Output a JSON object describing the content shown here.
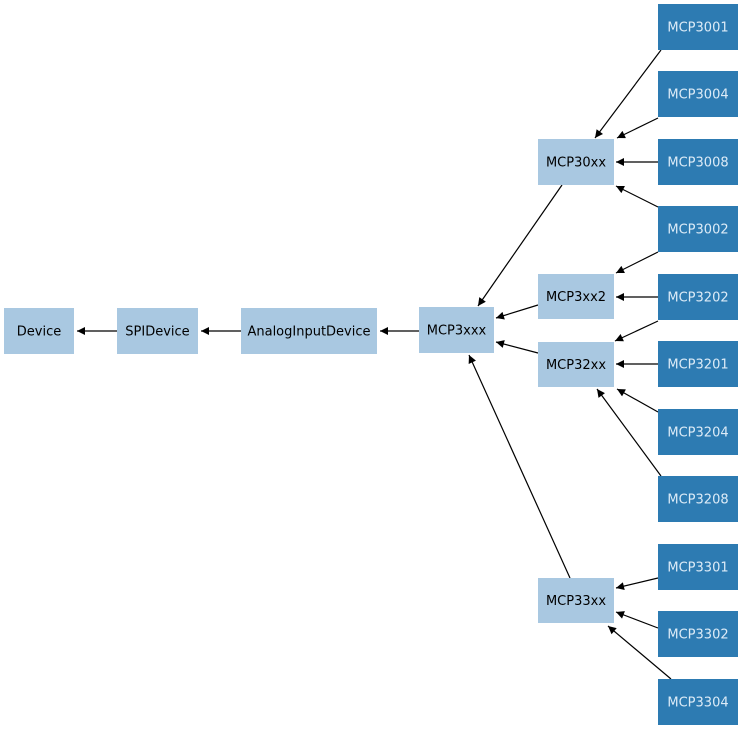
{
  "diagram": {
    "type": "class-inheritance-diagram",
    "colors": {
      "parent_node_fill": "#a9c8e1",
      "leaf_node_fill": "#2d7bb2",
      "parent_text": "#000000",
      "leaf_text": "#dcebf7",
      "edge": "#000000",
      "background": "#ffffff"
    },
    "nodes": [
      {
        "label": "Device",
        "style": "parent"
      },
      {
        "label": "SPIDevice",
        "style": "parent"
      },
      {
        "label": "AnalogInputDevice",
        "style": "parent"
      },
      {
        "label": "MCP3xxx",
        "style": "parent"
      },
      {
        "label": "MCP30xx",
        "style": "parent"
      },
      {
        "label": "MCP3xx2",
        "style": "parent"
      },
      {
        "label": "MCP32xx",
        "style": "parent"
      },
      {
        "label": "MCP33xx",
        "style": "parent"
      },
      {
        "label": "MCP3001",
        "style": "leaf"
      },
      {
        "label": "MCP3004",
        "style": "leaf"
      },
      {
        "label": "MCP3008",
        "style": "leaf"
      },
      {
        "label": "MCP3002",
        "style": "leaf"
      },
      {
        "label": "MCP3202",
        "style": "leaf"
      },
      {
        "label": "MCP3201",
        "style": "leaf"
      },
      {
        "label": "MCP3204",
        "style": "leaf"
      },
      {
        "label": "MCP3208",
        "style": "leaf"
      },
      {
        "label": "MCP3301",
        "style": "leaf"
      },
      {
        "label": "MCP3302",
        "style": "leaf"
      },
      {
        "label": "MCP3304",
        "style": "leaf"
      }
    ],
    "edges": [
      {
        "from": "SPIDevice",
        "to": "Device"
      },
      {
        "from": "AnalogInputDevice",
        "to": "SPIDevice"
      },
      {
        "from": "MCP3xxx",
        "to": "AnalogInputDevice"
      },
      {
        "from": "MCP30xx",
        "to": "MCP3xxx"
      },
      {
        "from": "MCP3xx2",
        "to": "MCP3xxx"
      },
      {
        "from": "MCP32xx",
        "to": "MCP3xxx"
      },
      {
        "from": "MCP33xx",
        "to": "MCP3xxx"
      },
      {
        "from": "MCP3001",
        "to": "MCP30xx"
      },
      {
        "from": "MCP3004",
        "to": "MCP30xx"
      },
      {
        "from": "MCP3008",
        "to": "MCP30xx"
      },
      {
        "from": "MCP3002",
        "to": "MCP30xx"
      },
      {
        "from": "MCP3002",
        "to": "MCP3xx2"
      },
      {
        "from": "MCP3202",
        "to": "MCP3xx2"
      },
      {
        "from": "MCP3202",
        "to": "MCP32xx"
      },
      {
        "from": "MCP3201",
        "to": "MCP32xx"
      },
      {
        "from": "MCP3204",
        "to": "MCP32xx"
      },
      {
        "from": "MCP3208",
        "to": "MCP32xx"
      },
      {
        "from": "MCP3301",
        "to": "MCP33xx"
      },
      {
        "from": "MCP3302",
        "to": "MCP33xx"
      },
      {
        "from": "MCP3304",
        "to": "MCP33xx"
      }
    ]
  }
}
